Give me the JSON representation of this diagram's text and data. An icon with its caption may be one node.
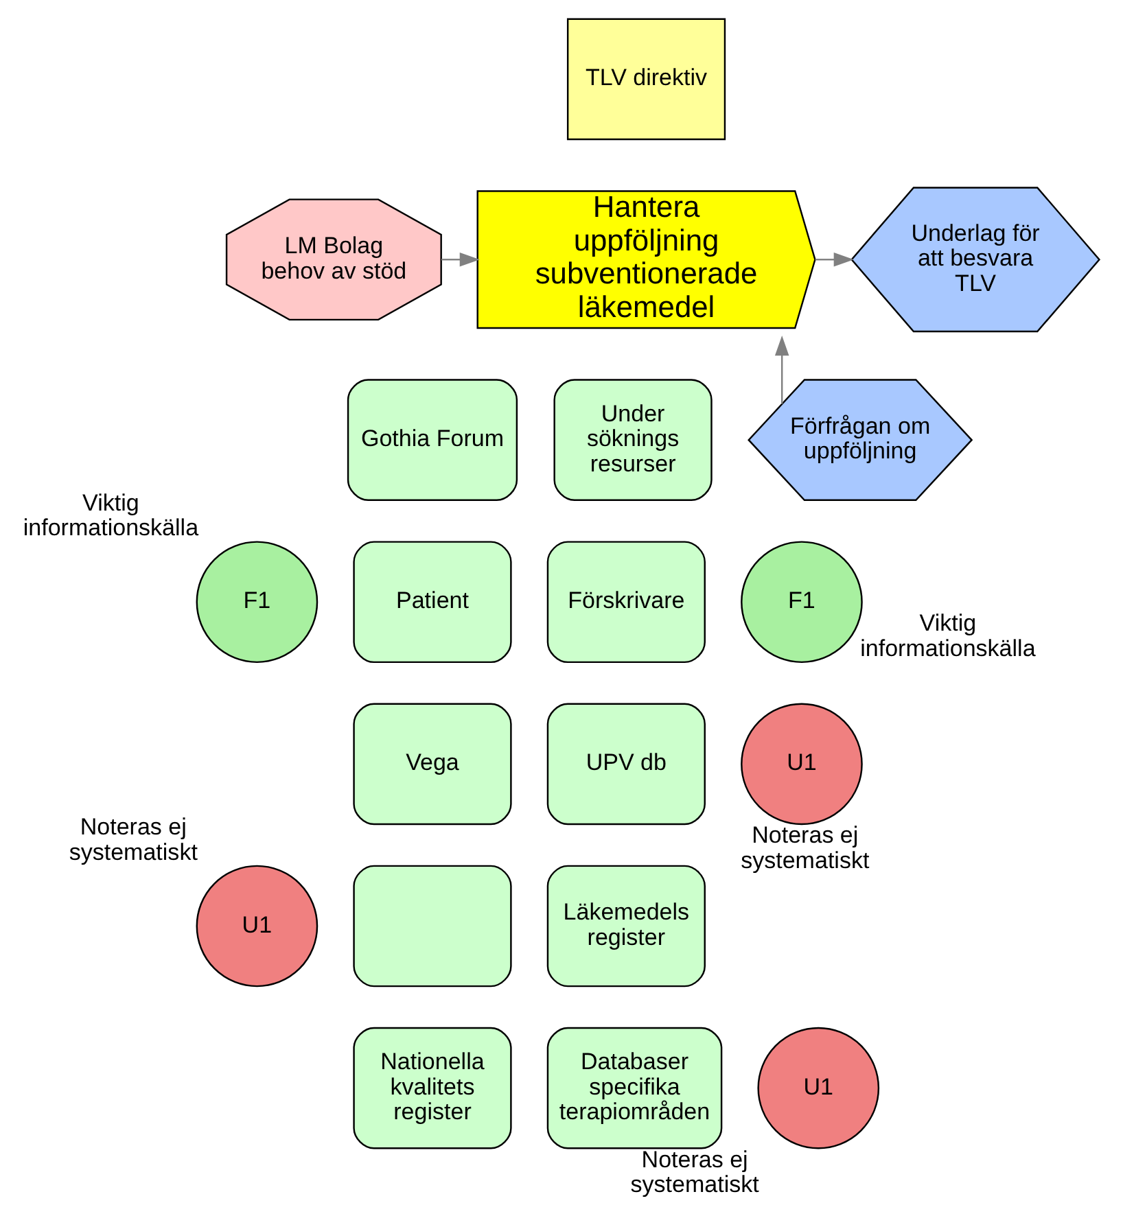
{
  "diagram": {
    "nodes": [
      {
        "text": [
          "TLV direktiv"
        ]
      },
      {
        "text": [
          "LM Bolag behov av stöd"
        ]
      },
      {
        "text": [
          "Hantera uppföljning subventionerade läkemedel"
        ]
      },
      {
        "text": [
          "Förfrågan om uppföljning"
        ]
      },
      {
        "text": [
          "Underlag för att besvara TLV"
        ]
      },
      {
        "text": [
          "Gothia Forum"
        ]
      },
      {
        "text": [
          "Under söknings resurser"
        ]
      },
      {
        "text": [
          "F1"
        ],
        "beside": [
          "Viktig informationskälla"
        ]
      },
      {
        "text": [
          "Patient"
        ]
      },
      {
        "text": [
          "Förskrivare"
        ]
      },
      {
        "text": [
          "F1"
        ],
        "beside": [
          "Viktig informationskälla"
        ]
      },
      {
        "text": [
          "Vega"
        ]
      },
      {
        "text": [
          "UPV db"
        ]
      },
      {
        "text": [
          "U1"
        ],
        "beside": [
          "Noteras ej systematiskt"
        ]
      },
      {
        "text": [
          "U1"
        ],
        "beside": [
          "Noteras ej systematiskt"
        ]
      },
      {
        "text": [],
        "shape": "box"
      },
      {
        "text": [
          "Läkemedels register"
        ]
      },
      {
        "text": [
          "Nationella kvalitets register"
        ]
      },
      {
        "text": [
          "Databaser specifika terapiområden"
        ]
      },
      {
        "text": [
          "U1"
        ],
        "beside": [
          "Noteras ej systematiskt"
        ]
      }
    ],
    "edges": [
      {
        "from": 1,
        "to": 2,
        "arrow": "to"
      },
      {
        "from": 3,
        "to": 2,
        "arrow": "to"
      },
      {
        "from": 2,
        "to": 4,
        "arrow": "to"
      }
    ]
  }
}
